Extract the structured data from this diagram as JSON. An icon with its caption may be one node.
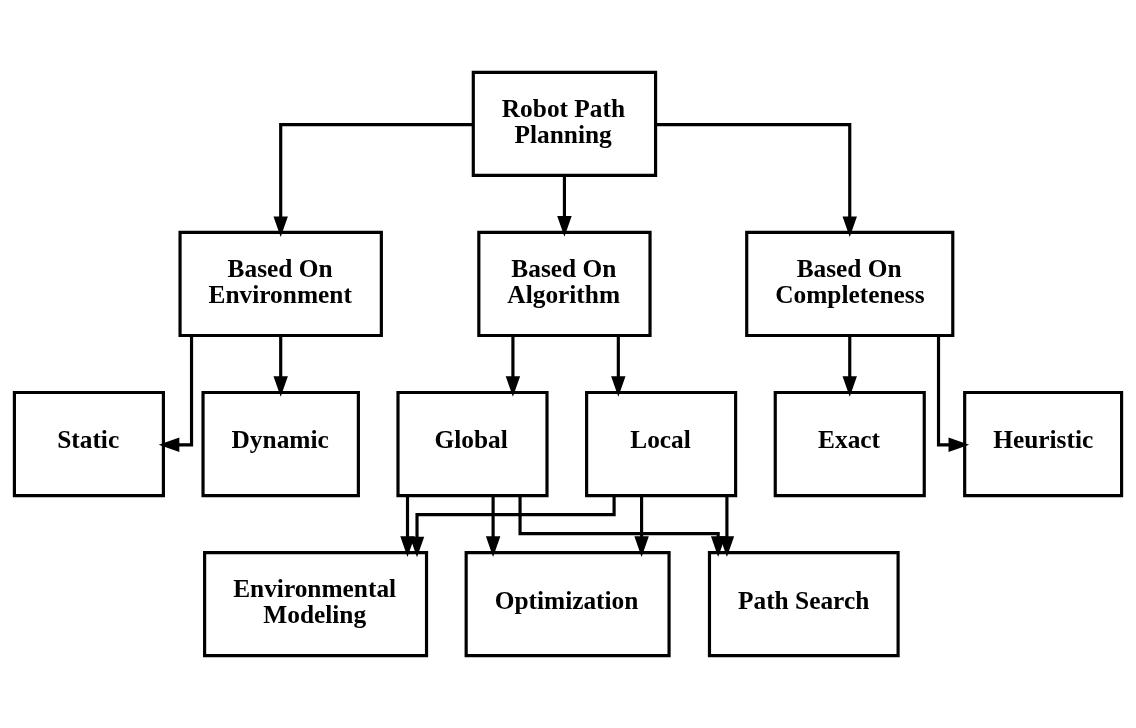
{
  "diagram": {
    "nodes": [
      {
        "text": [
          "Robot Path Planning"
        ]
      },
      {
        "text": [
          "Based On Environment"
        ]
      },
      {
        "text": [
          "Based On Algorithm"
        ]
      },
      {
        "text": [
          "Based On Completeness"
        ]
      },
      {
        "text": [
          "Static"
        ]
      },
      {
        "text": [
          "Dynamic"
        ]
      },
      {
        "text": [
          "Global"
        ]
      },
      {
        "text": [
          "Local"
        ]
      },
      {
        "text": [
          "Exact"
        ]
      },
      {
        "text": [
          "Heuristic"
        ]
      },
      {
        "text": [
          "Environmental Modeling"
        ]
      },
      {
        "text": [
          "Optimization"
        ]
      },
      {
        "text": [
          "Path Search"
        ]
      }
    ],
    "edges": [
      {
        "from": 0,
        "to": 1,
        "arrow": "to"
      },
      {
        "from": 0,
        "to": 2,
        "arrow": "to"
      },
      {
        "from": 0,
        "to": 3,
        "arrow": "to"
      },
      {
        "from": 1,
        "to": 4,
        "arrow": "to"
      },
      {
        "from": 1,
        "to": 5,
        "arrow": "to"
      },
      {
        "from": 2,
        "to": 6,
        "arrow": "to"
      },
      {
        "from": 2,
        "to": 7,
        "arrow": "to"
      },
      {
        "from": 3,
        "to": 8,
        "arrow": "to"
      },
      {
        "from": 3,
        "to": 9,
        "arrow": "to"
      },
      {
        "from": 6,
        "to": 10,
        "arrow": "to"
      },
      {
        "from": 6,
        "to": 11,
        "arrow": "to"
      },
      {
        "from": 6,
        "to": 12,
        "arrow": "to"
      },
      {
        "from": 7,
        "to": 10,
        "arrow": "to"
      },
      {
        "from": 7,
        "to": 11,
        "arrow": "to"
      },
      {
        "from": 7,
        "to": 12,
        "arrow": "to"
      }
    ]
  }
}
